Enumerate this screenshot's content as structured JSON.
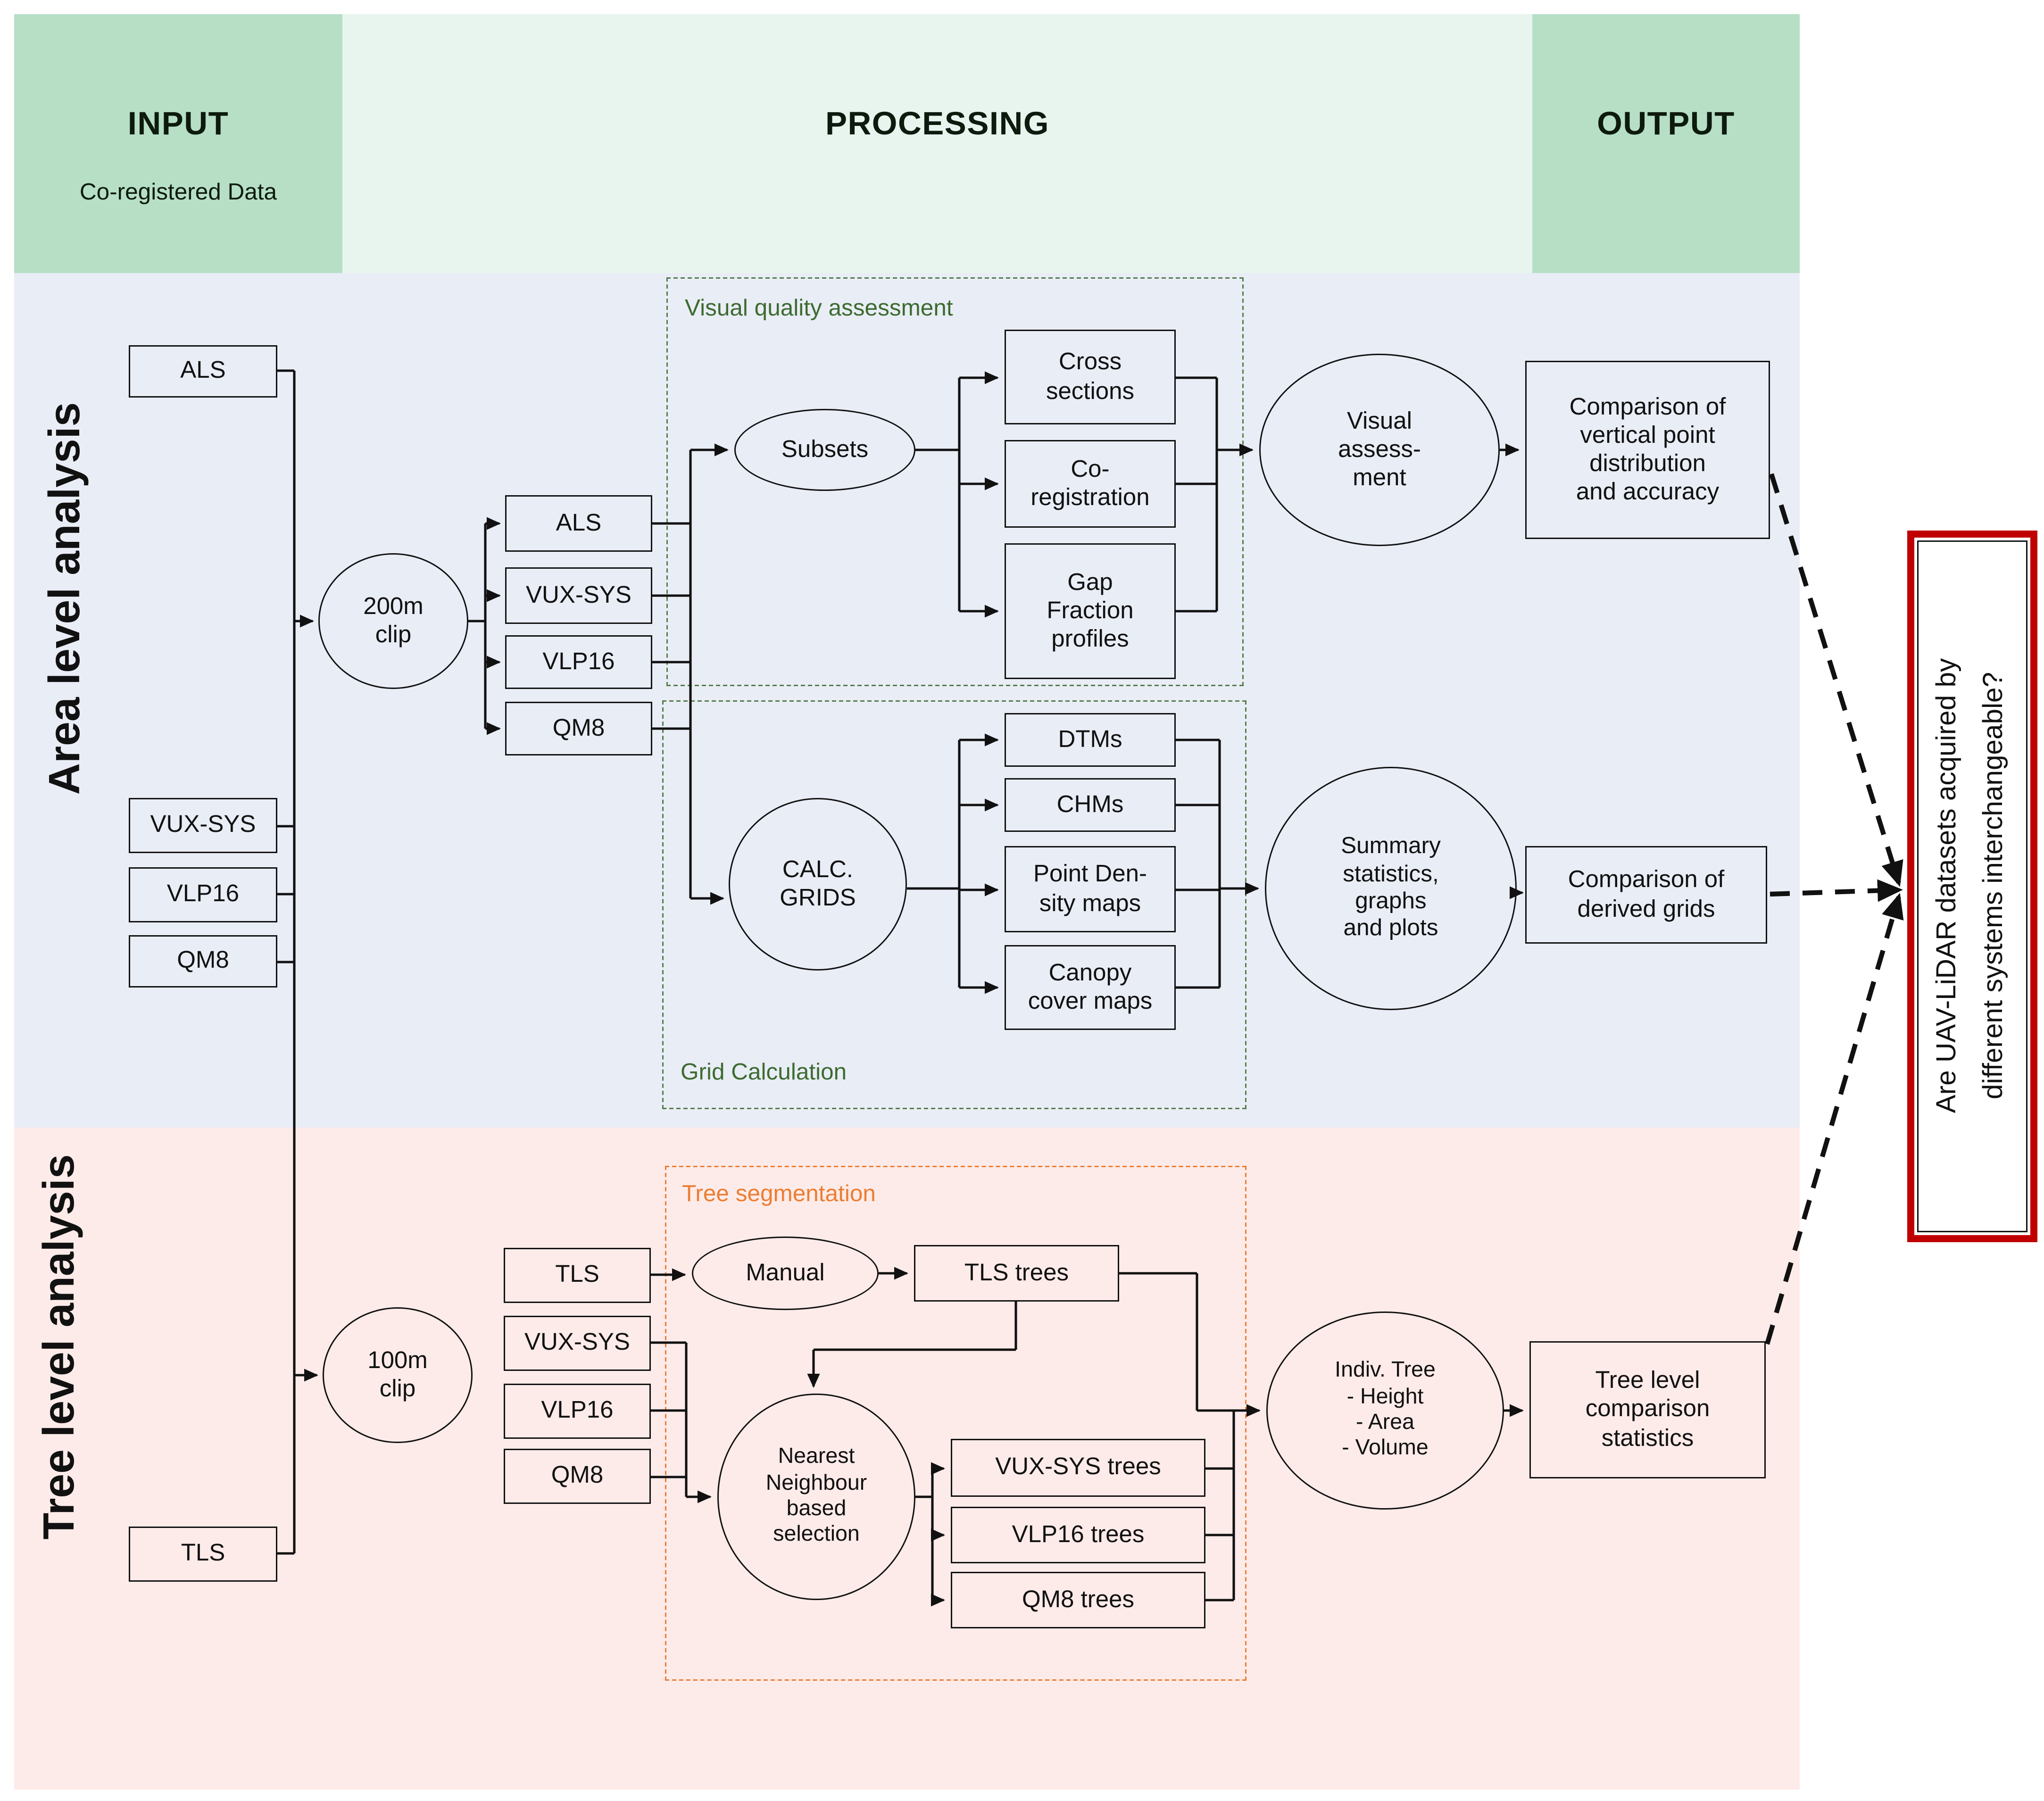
{
  "colors": {
    "input_band": "#b6dfc6",
    "processing_band": "#e8f5ee",
    "output_band": "#b6dfc6",
    "area_section": "#e9edf6",
    "tree_section": "#fdebe9",
    "green_label": "#3c6b2f",
    "orange_label": "#ed7d31",
    "red_accent": "#c00000",
    "line": "#111111"
  },
  "header": {
    "input": "INPUT",
    "input_subtitle": "Co-registered Data",
    "processing": "PROCESSING",
    "output": "OUTPUT"
  },
  "sections": {
    "area": "Area level analysis",
    "tree": "Tree level analysis"
  },
  "containers": {
    "visual_quality": "Visual quality assessment",
    "grid_calculation": "Grid Calculation",
    "tree_segmentation": "Tree segmentation"
  },
  "nodes": {
    "als_input": "ALS",
    "vux_input": "VUX-SYS",
    "vlp_input": "VLP16",
    "qm8_input": "QM8",
    "tls_input": "TLS",
    "clip200": "200m\nclip",
    "clip100": "100m\nclip",
    "als_clip": "ALS",
    "vux_clip": "VUX-SYS",
    "vlp_clip": "VLP16",
    "qm8_clip": "QM8",
    "subsets": "Subsets",
    "cross_sections": "Cross\nsections",
    "co_registration": "Co-\nregistration",
    "gap_fraction": "Gap\nFraction\nprofiles",
    "visual_assessment": "Visual\nassess-\nment",
    "calc_grids": "CALC.\nGRIDS",
    "dtms": "DTMs",
    "chms": "CHMs",
    "point_density": "Point Den-\nsity maps",
    "canopy_cover": "Canopy\ncover maps",
    "summary": "Summary\nstatistics,\ngraphs\nand plots",
    "comparison_vertical": "Comparison of\nvertical point\ndistribution\nand accuracy",
    "comparison_grids": "Comparison of\nderived grids",
    "tls_clip": "TLS",
    "vux_clip_tree": "VUX-SYS",
    "vlp_clip_tree": "VLP16",
    "qm8_clip_tree": "QM8",
    "manual": "Manual",
    "tls_trees": "TLS trees",
    "nearest_neighbour": "Nearest\nNeighbour\nbased\nselection",
    "vux_trees": "VUX-SYS trees",
    "vlp_trees": "VLP16 trees",
    "qm8_trees": "QM8 trees",
    "indiv_tree": "Indiv. Tree\n- Height\n- Area\n-  Volume",
    "tree_stats": "Tree level\ncomparison\nstatistics"
  },
  "question": {
    "line1": "Are UAV-LiDAR datasets acquired by",
    "line2": "different systems interchangeable?"
  }
}
